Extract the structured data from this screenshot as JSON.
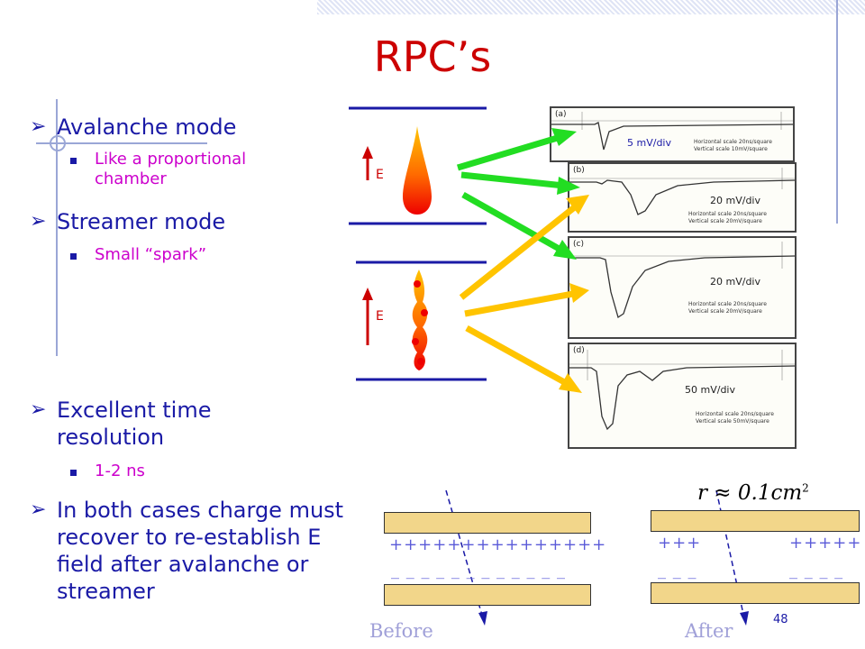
{
  "title": "RPC’s",
  "bullets": {
    "avalanche": "Avalanche mode",
    "avalanche_sub": "Like a proportional chamber",
    "streamer": "Streamer mode",
    "streamer_sub": "Small “spark”",
    "time": "Excellent time resolution",
    "time_sub": "1-2 ns",
    "recover": "In both cases charge must recover to re-establish E field after avalanche or streamer"
  },
  "field_label": "E",
  "scopes": [
    {
      "letter": "(a)",
      "scale": "5 mV/div",
      "h": "Horizontal scale 20ns/square",
      "v": "Vertical scale 10mV/square"
    },
    {
      "letter": "(b)",
      "scale": "20 mV/div",
      "h": "Horizontal scale 20ns/square",
      "v": "Vertical scale 20mV/square"
    },
    {
      "letter": "(c)",
      "scale": "20 mV/div",
      "h": "Horizontal scale 20ns/square",
      "v": "Vertical scale 20mV/square"
    },
    {
      "letter": "(d)",
      "scale": "50 mV/div",
      "h": "Horizontal scale 20ns/square",
      "v": "Vertical scale 50mV/square"
    }
  ],
  "before": {
    "plus": "+++++++++++++++",
    "minus": "_ _ _ _ _ _ _ _ _ _ _ _",
    "caption": "Before"
  },
  "after": {
    "plus_left": "+++",
    "plus_right": "+++++",
    "minus_left": "_ _ _",
    "minus_right": "_ _ _ _",
    "caption": "After"
  },
  "formula": "r ≈ 0.1cm",
  "formula_exp": "2",
  "page_number": "48",
  "colors": {
    "title": "#cc0000",
    "bullet": "#1a1aa6",
    "sub": "#cc00cc",
    "green_arrow": "#22dd22",
    "yellow_arrow": "#ffc400"
  }
}
